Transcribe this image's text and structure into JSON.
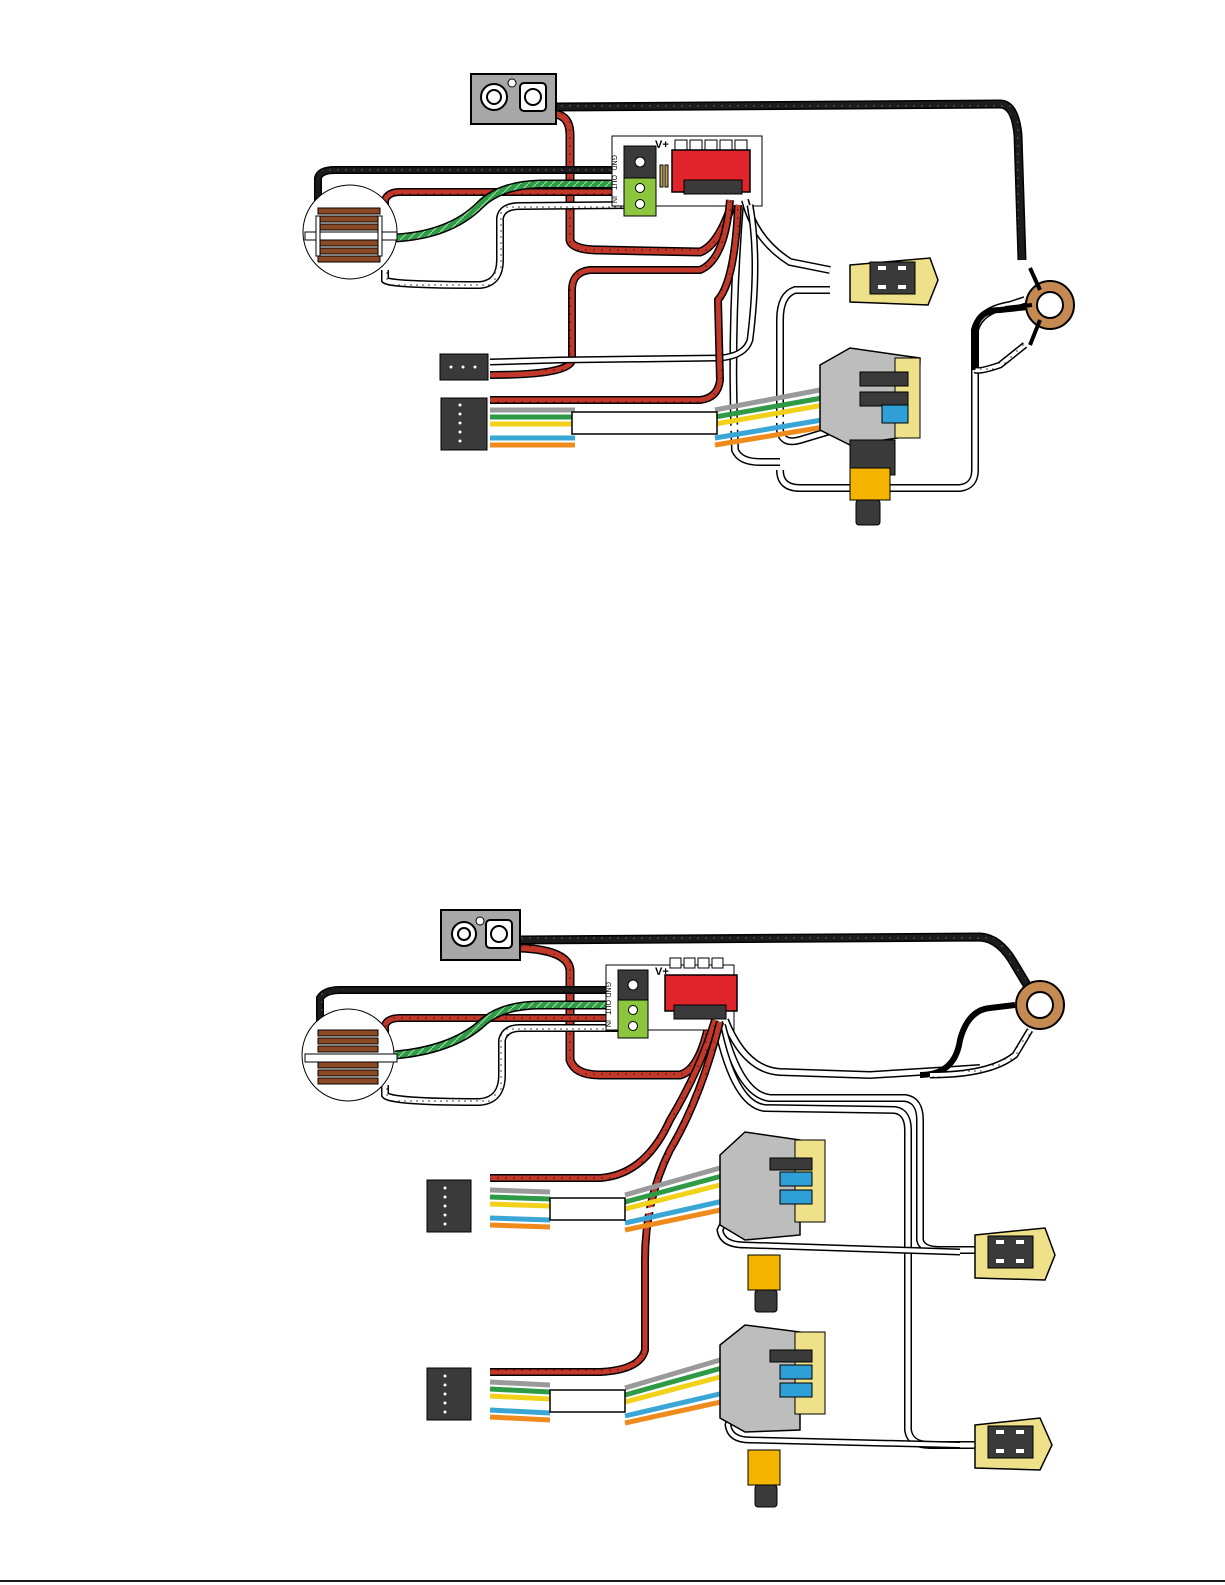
{
  "diagrams": [
    {
      "id": "top",
      "board_labels": {
        "power": "V+",
        "gnd": "GND",
        "out": "OUT",
        "in": "IN"
      }
    },
    {
      "id": "bottom",
      "board_labels": {
        "power": "V+",
        "gnd": "GND",
        "out": "OUT",
        "in": "IN"
      }
    }
  ],
  "colors": {
    "wire_black": "#1c1c1c",
    "wire_red": "#c2382b",
    "wire_green": "#2e9a46",
    "wire_white": "#ffffff",
    "wire_yellow": "#f1d11a",
    "wire_blue": "#3aa6d6",
    "wire_orange": "#ef8b1d",
    "wire_gray": "#9a9a9a",
    "board_red": "#e0242c",
    "board_green": "#8cc63f",
    "pot_body": "#bdbdbd",
    "pot_board": "#efe08a",
    "shaft_yellow": "#f5b400",
    "switch_blue": "#2f9fd8",
    "jack_plate": "#a7a7a7"
  },
  "icons": [
    "output-jack-icon",
    "battery-clip-icon",
    "preamp-board-icon",
    "pickup-icon",
    "connector-plug-icon",
    "push-pull-pot-icon",
    "mini-switch-icon",
    "3-way-splitter-icon"
  ]
}
